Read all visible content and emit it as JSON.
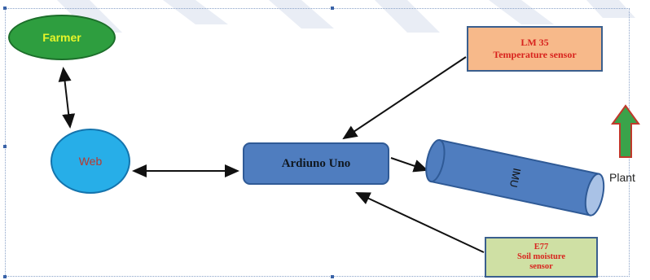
{
  "nodes": {
    "farmer": "Farmer",
    "web": "Web",
    "arduino": "Ardiuno Uno",
    "lm35_line1": "LM 35",
    "lm35_line2": "Temperature sensor",
    "e77_line1": "E77",
    "e77_line2": "Soil moisture",
    "e77_line3": "sensor",
    "imu": "IMU",
    "plant": "Plant"
  },
  "colors": {
    "farmer_fill": "#2e9e3f",
    "farmer_text": "#e6f52a",
    "web_fill": "#27aee8",
    "arduino_fill": "#4f7dbf",
    "lm35_fill": "#f7b98a",
    "e77_fill": "#cfe0a4",
    "sensor_text": "#d8231e",
    "imu_fill": "#4f7dbf",
    "plant_arrow": "#3aa34a"
  }
}
